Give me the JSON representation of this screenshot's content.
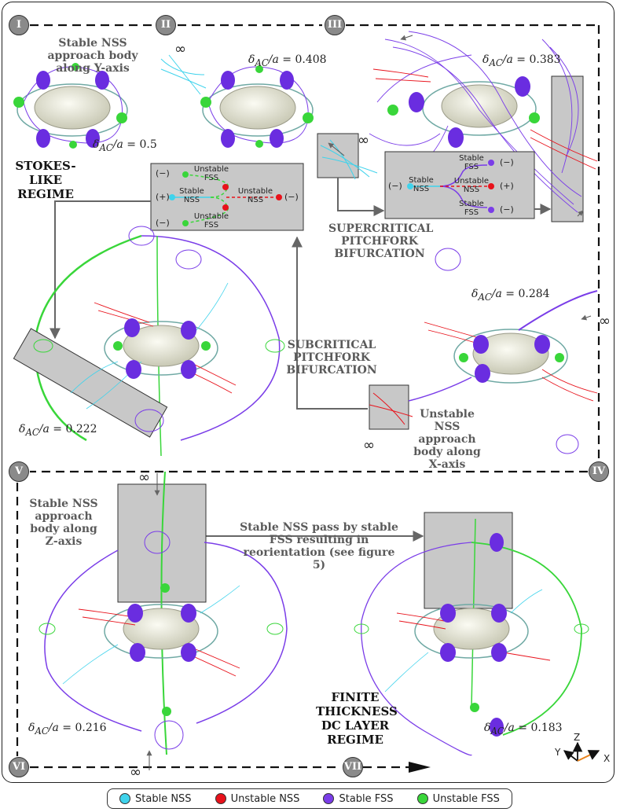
{
  "panels": {
    "I": "I",
    "II": "II",
    "III": "III",
    "IV": "IV",
    "V": "V",
    "VI": "VI",
    "VII": "VII"
  },
  "annotations": {
    "stable_y": "Stable NSS approach body along Y-axis",
    "supercritical": "SUPERCRITICAL PITCHFORK BIFURCATION",
    "subcritical": "SUBCRITICAL PITCHFORK BIFURCATION",
    "unstable_x": "Unstable NSS approach body along X-axis",
    "stable_z": "Stable NSS approach body along Z-axis",
    "pass_by": "Stable NSS pass by stable FSS resulting in reorientation (see figure 5)"
  },
  "regimes": {
    "stokes": "STOKES-LIKE REGIME",
    "finite": "FINITE THICKNESS DC LAYER REGIME"
  },
  "deltas": {
    "prefix": "δ",
    "sub": "AC",
    "suffix": "/a = ",
    "I": "0.5",
    "II": "0.408",
    "III": "0.383",
    "IV": "0.284",
    "V": "0.222",
    "VI": "0.216",
    "VII": "0.183"
  },
  "infinity": "∞",
  "subcritical_box": {
    "plus": "(+)",
    "minus_top": "(−)",
    "minus_bottom": "(−)",
    "minus_right": "(−)",
    "unstable_fss_top": "Unstable FSS",
    "stable_nss": "Stable NSS",
    "unstable_nss": "Unstable NSS",
    "unstable_fss_bottom": "Unstable FSS"
  },
  "supercritical_box": {
    "minus_left": "(−)",
    "minus_top": "(−)",
    "plus": "(+)",
    "minus_bottom": "(−)",
    "stable_nss": "Stable NSS",
    "stable_fss_top": "Stable FSS",
    "unstable_nss": "Unstable NSS",
    "stable_fss_bottom": "Stable FSS"
  },
  "axes": {
    "x": "X",
    "y": "Y",
    "z": "Z"
  },
  "legend": [
    {
      "label": "Stable NSS",
      "color": "#3fd3ec"
    },
    {
      "label": "Unstable NSS",
      "color": "#e8121b"
    },
    {
      "label": "Stable FSS",
      "color": "#7a3de8"
    },
    {
      "label": "Unstable FSS",
      "color": "#39d63a"
    }
  ],
  "colors": {
    "stable_nss": "#3fd3ec",
    "unstable_nss": "#e8121b",
    "stable_fss": "#7a3de8",
    "unstable_fss": "#39d63a",
    "body": "#e9e9dc",
    "panel_gray": "#c8c8c8"
  }
}
